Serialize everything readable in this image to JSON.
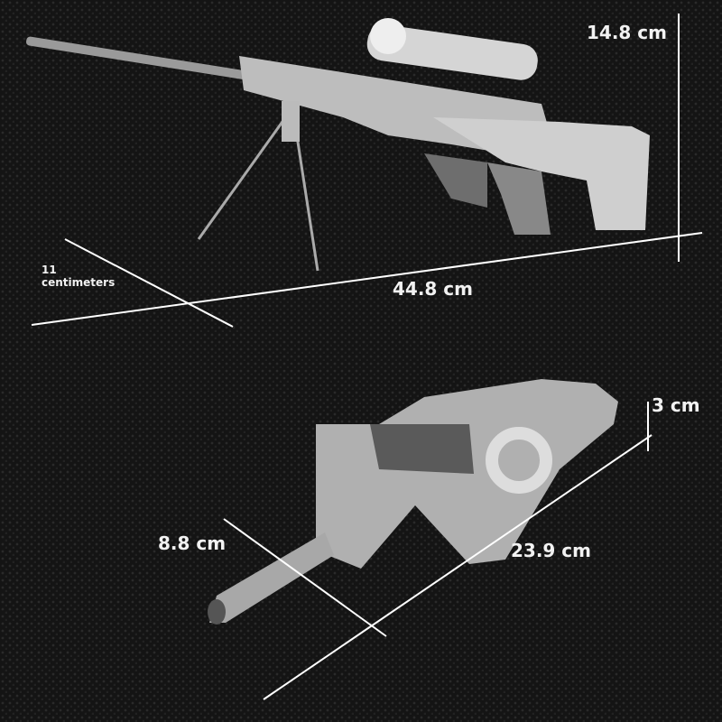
{
  "products": [
    {
      "name": "sniper-rifle",
      "dimensions": {
        "height": "14.8 cm",
        "length": "44.8 cm",
        "width": "11",
        "width_unit": "centimeters"
      }
    },
    {
      "name": "compact-smg",
      "dimensions": {
        "height": "3 cm",
        "length": "23.9 cm",
        "width": "8.8 cm"
      }
    }
  ],
  "colors": {
    "background": "#141414",
    "lines": "#ffffff",
    "text": "#f2f2f2"
  }
}
